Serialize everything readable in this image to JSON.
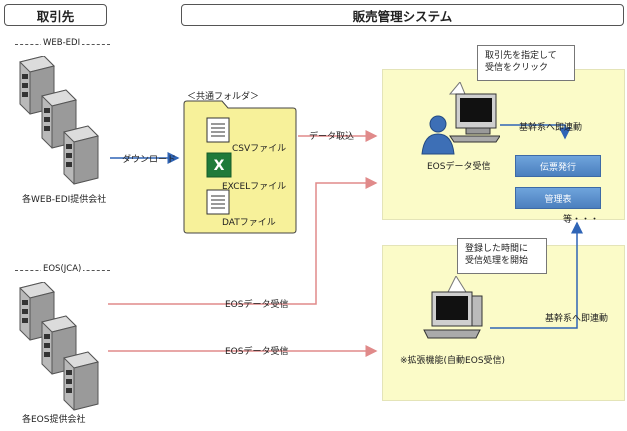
{
  "headers": {
    "left": "取引先",
    "right": "販売管理システム"
  },
  "groups": {
    "web_edi": "WEB-EDI",
    "web_edi_caption": "各WEB-EDI提供会社",
    "eos": "EOS(JCA)",
    "eos_caption": "各EOS提供会社"
  },
  "folder": {
    "title": "＜共通フォルダ＞",
    "files": [
      "CSVファイル",
      "EXCELファイル",
      "DATファイル"
    ]
  },
  "edges": {
    "download": "ダウンロード",
    "data_import": "データ取込",
    "eos_receive_1": "EOSデータ受信",
    "eos_receive_2": "EOSデータ受信",
    "core_link_1": "基幹系へ即連動",
    "core_link_2": "基幹系へ即連動"
  },
  "top_zone": {
    "callout_lines": [
      "取引先を指定して",
      "受信をクリック"
    ],
    "user_label": "EOSデータ受信",
    "buttons": [
      "伝票発行",
      "管理表"
    ],
    "etc": "等・・・"
  },
  "bottom_zone": {
    "callout_lines": [
      "登録した時間に",
      "受信処理を開始"
    ],
    "pc_label": "※拡張機能(自動EOS受信)"
  },
  "colors": {
    "zone_fill": "#fbfbc8",
    "folder_fill": "#f7f19a",
    "red_line": "#e08a8a",
    "blue_line": "#2f64b6",
    "button_blue": "#5b8fcc"
  }
}
